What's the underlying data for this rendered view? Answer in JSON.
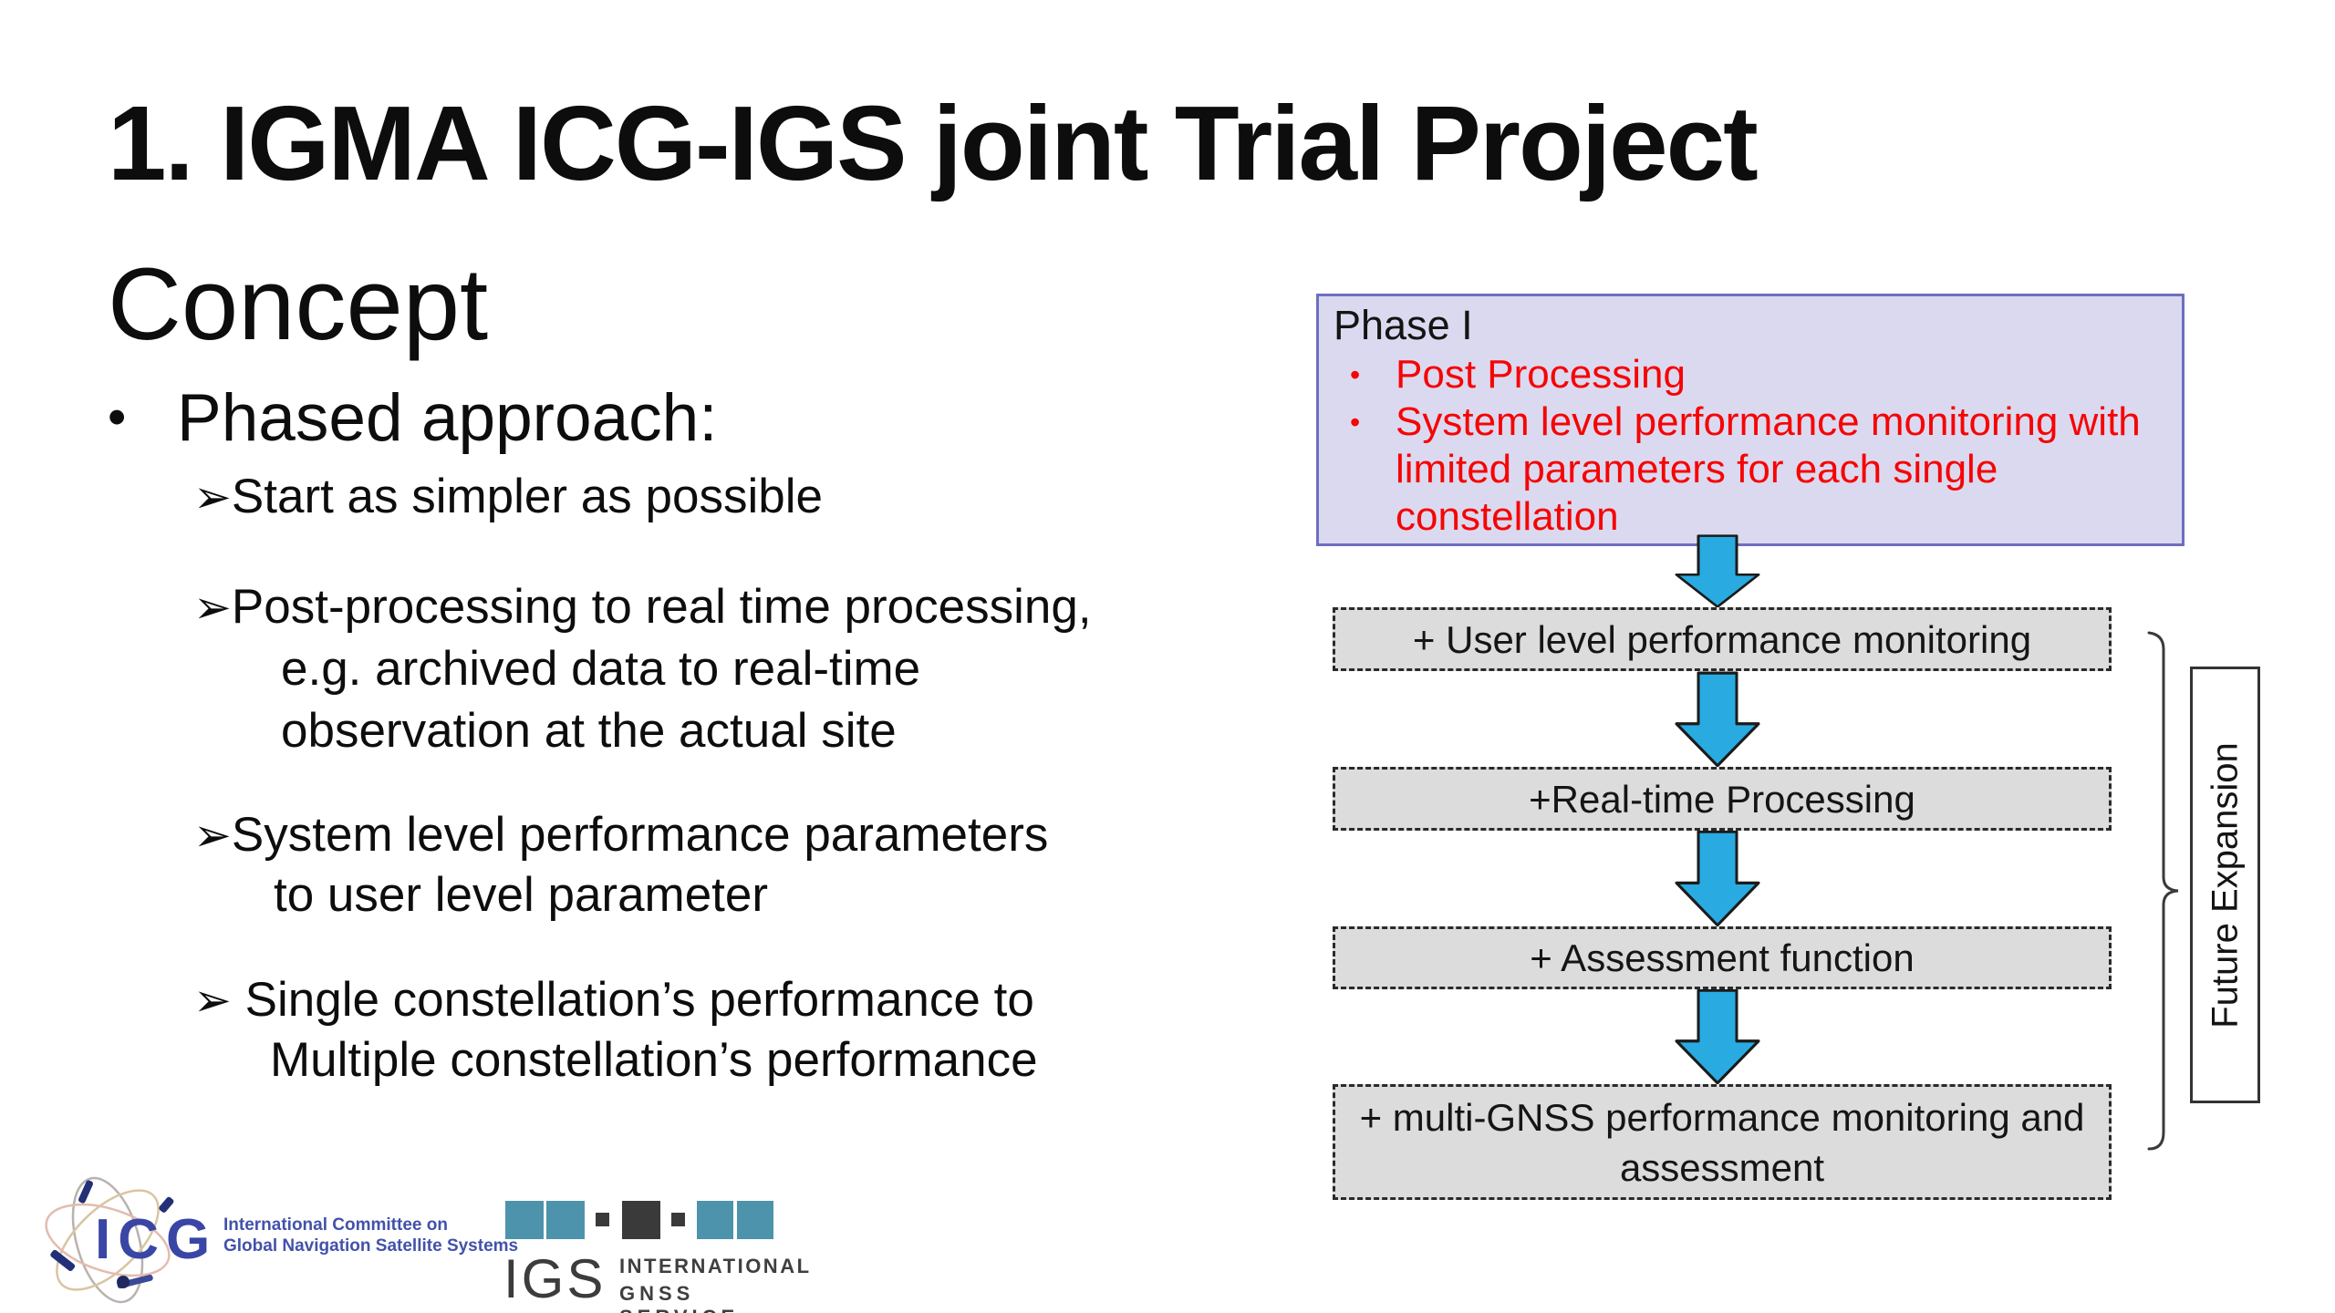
{
  "slide": {
    "title": "1. IGMA ICG-IGS joint Trial Project",
    "heading": "Concept",
    "main_bullet": {
      "marker": "•",
      "text": "Phased approach:"
    },
    "sub_bullets": [
      {
        "marker": "➢",
        "lines": [
          "Start as simpler as possible"
        ]
      },
      {
        "marker": "➢",
        "lines": [
          "Post-processing to real time processing,",
          "e.g. archived data to real-time",
          "observation at the actual site"
        ]
      },
      {
        "marker": "➢",
        "lines": [
          "System level performance parameters",
          "to user level parameter"
        ]
      },
      {
        "marker": "➢",
        "lines": [
          " Single constellation’s performance to",
          "Multiple constellation’s performance"
        ]
      }
    ]
  },
  "diagram": {
    "phase_box": {
      "label": "Phase I",
      "bullet_marker": "•",
      "items": [
        {
          "lines": [
            "Post Processing"
          ]
        },
        {
          "lines": [
            "System level performance monitoring with",
            "limited parameters for each single",
            "constellation"
          ]
        }
      ],
      "fill": "#dbd9f0",
      "border_color": "#6e6ec0",
      "text_color": "#f50505"
    },
    "steps": [
      {
        "lines": [
          "+ User level performance monitoring"
        ]
      },
      {
        "lines": [
          "+Real-time Processing"
        ]
      },
      {
        "lines": [
          "+ Assessment function"
        ]
      },
      {
        "lines": [
          "+ multi-GNSS performance monitoring and",
          "assessment"
        ]
      }
    ],
    "step_fill": "#dcdcdc",
    "arrow_color": "#29abe2",
    "future_expansion_label": "Future Expansion"
  },
  "logos": {
    "icg": {
      "acronym": "ICG",
      "line1": "International Committee on",
      "line2": "Global Navigation Satellite Systems",
      "text_color": "#4252aa"
    },
    "igs": {
      "acronym": "IGS",
      "line1": "INTERNATIONAL",
      "line2": "GNSS SERVICE",
      "teal": "#4e93ac",
      "dark": "#3a3a3a"
    }
  }
}
